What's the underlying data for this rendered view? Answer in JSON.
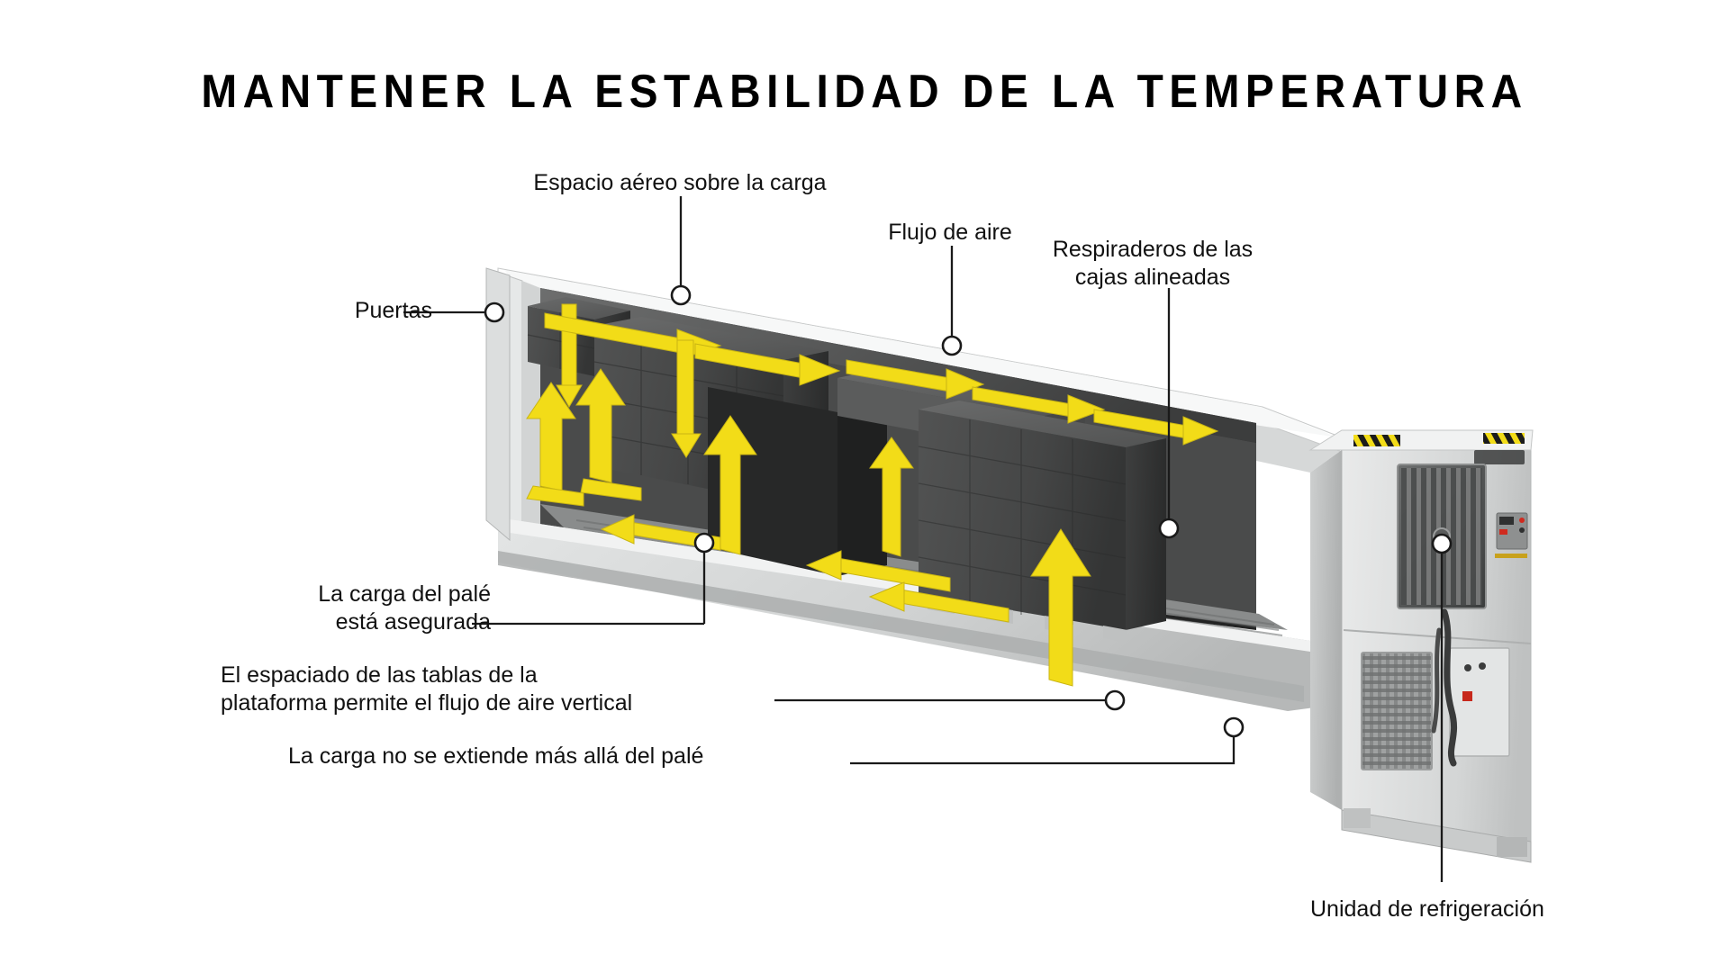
{
  "title": "MANTENER LA ESTABILIDAD DE LA TEMPERATURA",
  "colors": {
    "arrow_yellow": "#F2DC18",
    "arrow_yellow_dark": "#C9B513",
    "cargo_dark": "#4B4B4B",
    "cargo_darker": "#3A3A3A",
    "container_light": "#E9EAEA",
    "container_mid": "#C9CBCB",
    "leader_line": "#1A1A1A",
    "text": "#111111",
    "background": "#FFFFFF"
  },
  "labels": {
    "airspace": "Espacio aéreo sobre la carga",
    "airflow": "Flujo de aire",
    "vents": "Respiraderos de las\ncajas alineadas",
    "doors": "Puertas",
    "pallet_secured": "La carga del palé\nestá asegurada",
    "decking": "El espaciado de las tablas de la\nplataforma permite el flujo de aire vertical",
    "overhang": "La carga no se extiende más allá del palé",
    "reefer": "Unidad de refrigeración"
  },
  "diagram": {
    "subject": "refrigerated-shipping-container-cutaway",
    "callout_count": 8,
    "airflow_arrow_directions": [
      "up",
      "right",
      "down",
      "left"
    ]
  }
}
